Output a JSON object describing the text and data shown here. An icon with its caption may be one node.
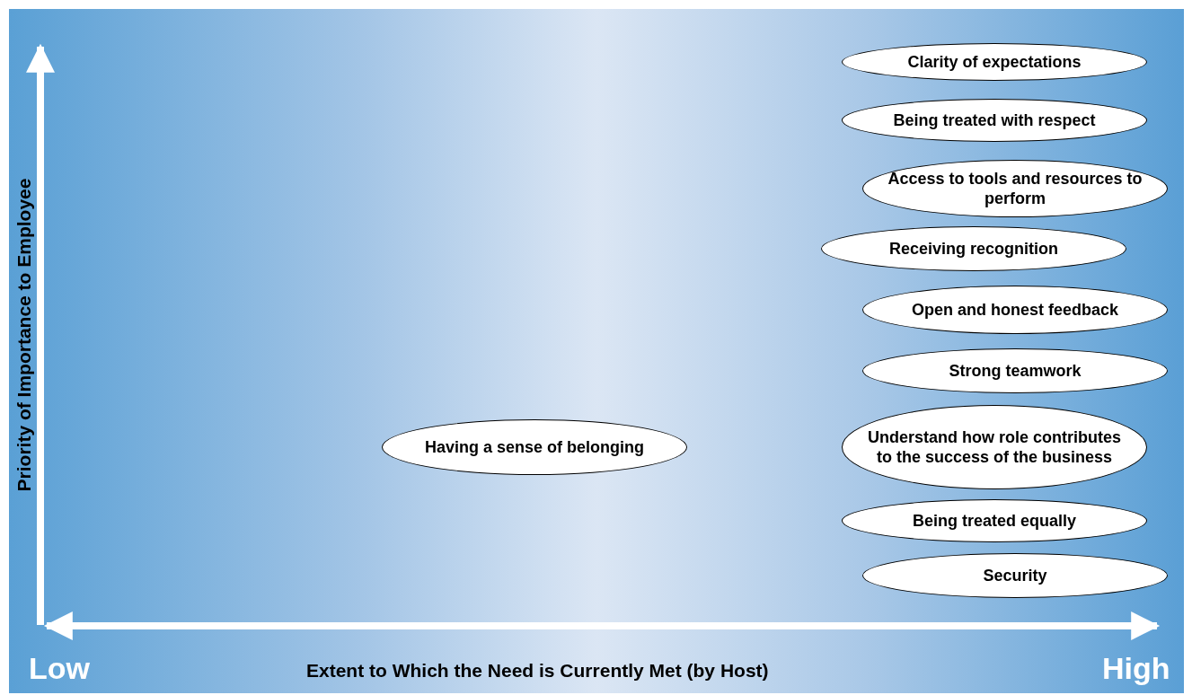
{
  "diagram": {
    "nodes": [
      {
        "text": [
          "Clarity of expectations"
        ]
      },
      {
        "text": [
          "Being treated with respect"
        ]
      },
      {
        "text": [
          "Access to tools and resources to perform"
        ]
      },
      {
        "text": [
          "Receiving recognition"
        ]
      },
      {
        "text": [
          "Open and honest feedback"
        ]
      },
      {
        "text": [
          "Strong teamwork"
        ]
      },
      {
        "text": [
          "Having a sense of belonging"
        ]
      },
      {
        "text": [
          "Understand how role contributes to the success of the business"
        ]
      },
      {
        "text": [
          "Being treated equally"
        ]
      },
      {
        "text": [
          "Security"
        ]
      }
    ],
    "labels": [
      "Priority of Importance to Employee",
      "Low",
      "Extent to Which the Need is Currently Met (by Host)",
      "High"
    ]
  }
}
